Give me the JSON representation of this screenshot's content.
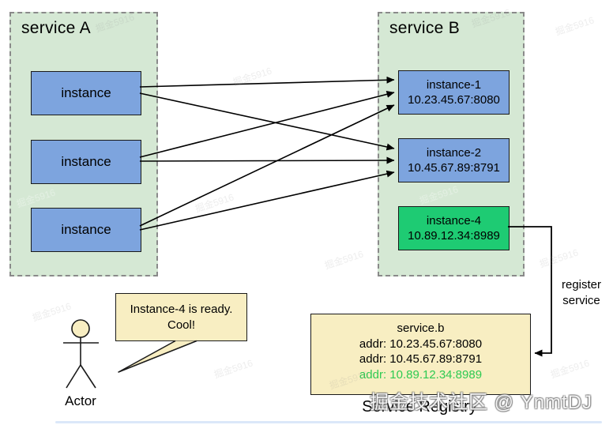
{
  "diagram": {
    "service_a": {
      "title": "service A",
      "instances": [
        {
          "label": "instance"
        },
        {
          "label": "instance"
        },
        {
          "label": "instance"
        }
      ]
    },
    "service_b": {
      "title": "service B",
      "instances": [
        {
          "name": "instance-1",
          "addr": "10.23.45.67:8080",
          "color": "#7da4de"
        },
        {
          "name": "instance-2",
          "addr": "10.45.67.89:8791",
          "color": "#7da4de"
        },
        {
          "name": "instance-4",
          "addr": "10.89.12.34:8989",
          "color": "#1ecb73"
        }
      ]
    },
    "registry": {
      "name": "service.b",
      "entries": [
        {
          "text": "addr: 10.23.45.67:8080",
          "highlighted": false
        },
        {
          "text": "addr: 10.45.67.89:8791",
          "highlighted": false
        },
        {
          "text": "addr: 10.89.12.34:8989",
          "highlighted": true
        }
      ],
      "caption": "Service Registry"
    },
    "register_label": "register\nservice",
    "actor": {
      "label": "Actor",
      "speech": [
        "Instance-4 is ready.",
        "Cool!"
      ]
    }
  },
  "watermarks": {
    "main": "掘金技术社区 @ YnmtDJ",
    "small": "掘金5916"
  },
  "colors": {
    "container_fill": "#d5e8d4",
    "container_border": "#8a8a8a",
    "instance_blue": "#7da4de",
    "instance_green": "#1ecb73",
    "note_yellow": "#f8eec2",
    "highlight_green_text": "#2eca52",
    "arrow": "#000000"
  }
}
